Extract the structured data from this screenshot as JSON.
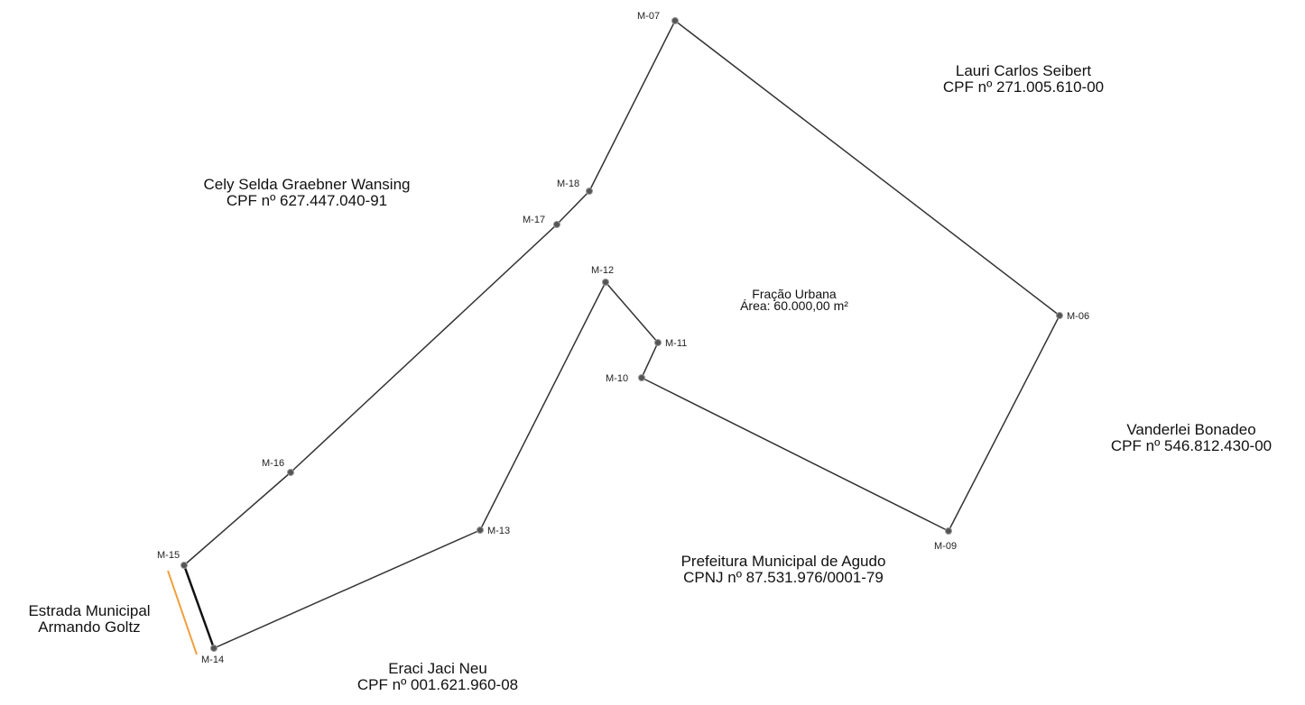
{
  "colors": {
    "boundary": "#333333",
    "road": "#f0a040",
    "vertex": "#555555"
  },
  "parcel": {
    "title": "Fração Urbana",
    "area": "Área: 60.000,00 m²"
  },
  "vertices": [
    "M-07",
    "M-06",
    "M-09",
    "M-10",
    "M-11",
    "M-12",
    "M-13",
    "M-14",
    "M-15",
    "M-16",
    "M-17",
    "M-18"
  ],
  "neighbors": [
    {
      "name": "Lauri Carlos Seibert",
      "doc": "CPF nº 271.005.610-00"
    },
    {
      "name": "Cely Selda Graebner Wansing",
      "doc": "CPF nº 627.447.040-91"
    },
    {
      "name": "Vanderlei Bonadeo",
      "doc": "CPF nº 546.812.430-00"
    },
    {
      "name": "Prefeitura Municipal de Agudo",
      "doc": "CPNJ nº 87.531.976/0001-79"
    },
    {
      "name": "Eraci Jaci Neu",
      "doc": "CPF nº 001.621.960-08"
    },
    {
      "name": "Estrada Municipal",
      "doc": "Armando Goltz"
    }
  ]
}
